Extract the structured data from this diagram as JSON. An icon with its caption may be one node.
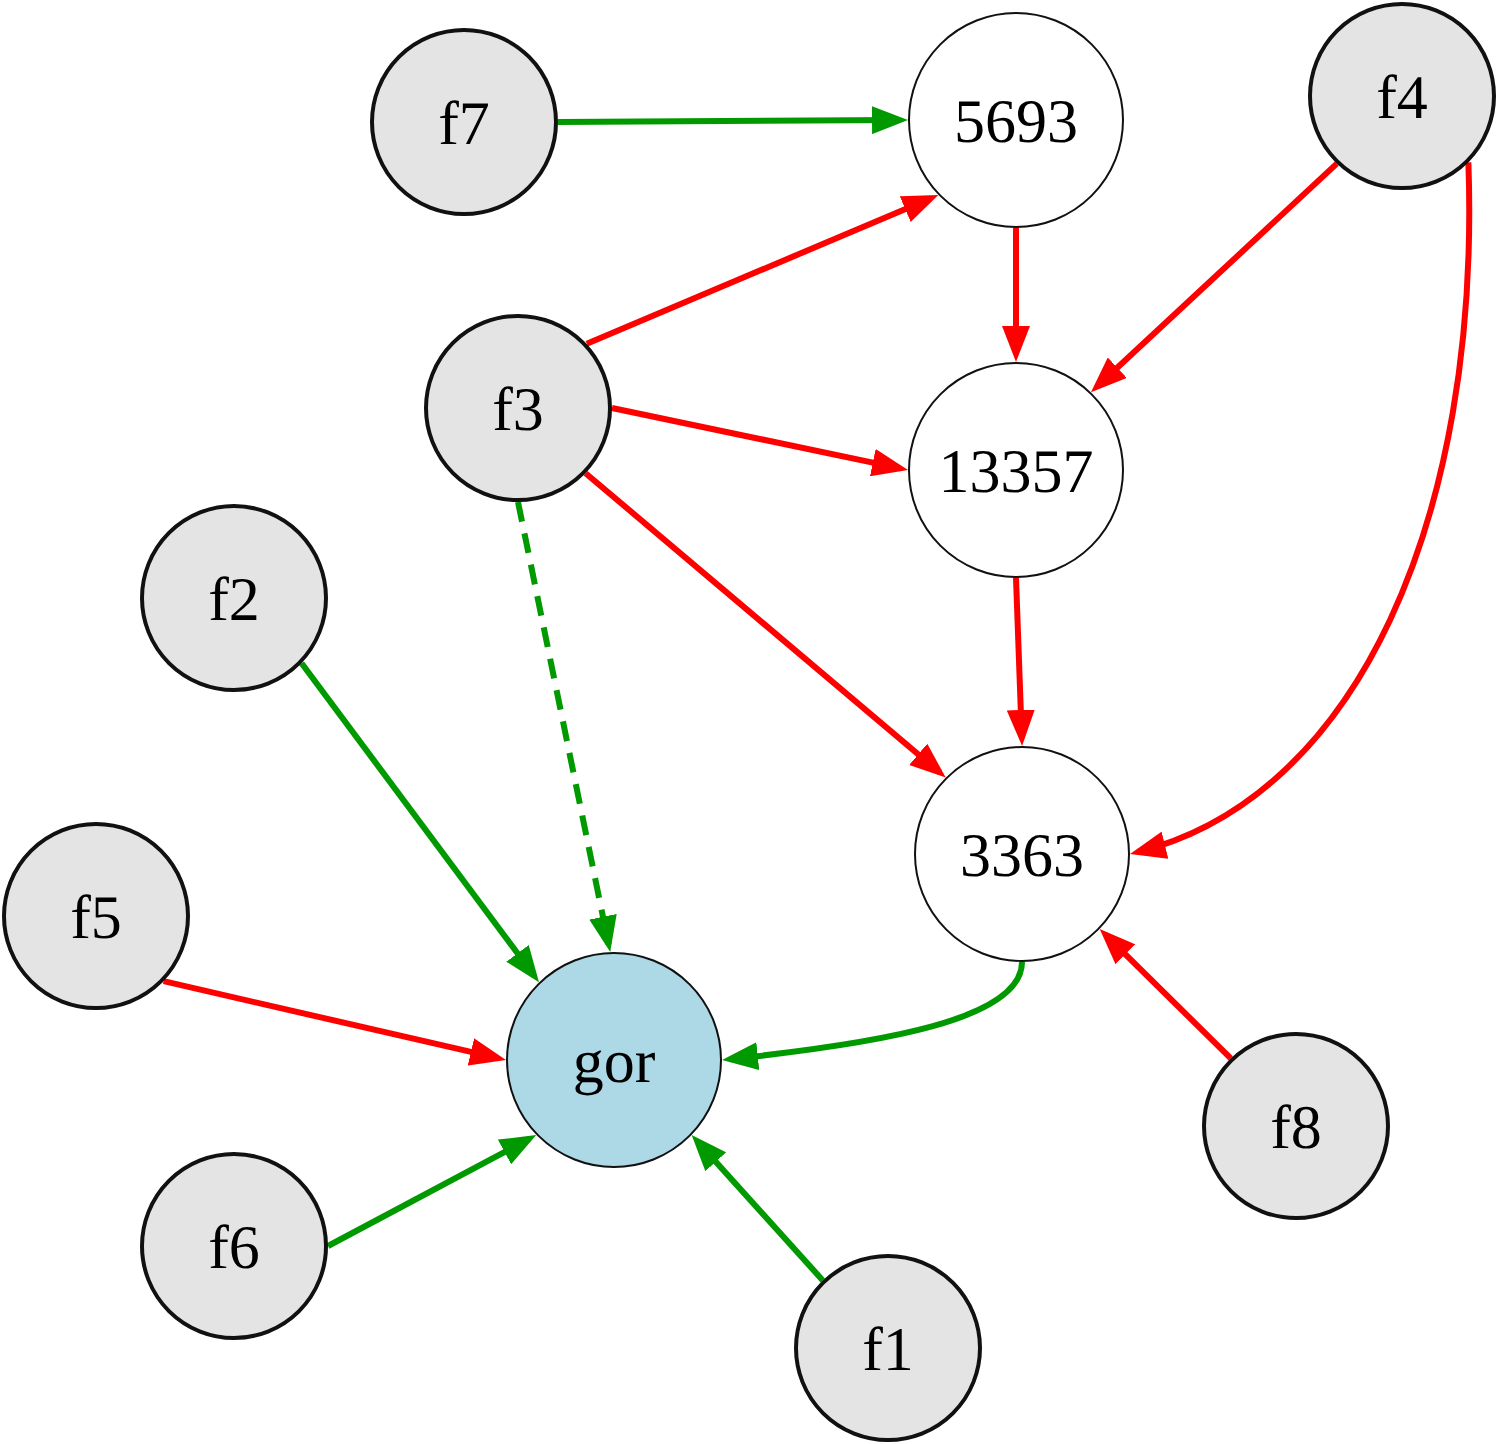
{
  "diagram": {
    "nodes": [
      {
        "text": [
          "f7"
        ]
      },
      {
        "text": [
          "5693"
        ]
      },
      {
        "text": [
          "f4"
        ]
      },
      {
        "text": [
          "f3"
        ]
      },
      {
        "text": [
          "13357"
        ]
      },
      {
        "text": [
          "f2"
        ]
      },
      {
        "text": [
          "3363"
        ]
      },
      {
        "text": [
          "f5"
        ]
      },
      {
        "text": [
          "gor"
        ]
      },
      {
        "text": [
          "f8"
        ]
      },
      {
        "text": [
          "f6"
        ]
      },
      {
        "text": [
          "f1"
        ]
      }
    ],
    "edges": [
      {
        "from": 0,
        "to": 1,
        "arrow": "to",
        "color": "#009900"
      },
      {
        "from": 3,
        "to": 1,
        "arrow": "to"
      },
      {
        "from": 3,
        "to": 4,
        "arrow": "to"
      },
      {
        "from": 3,
        "to": 6,
        "arrow": "to"
      },
      {
        "from": 3,
        "to": 8,
        "arrow": "to",
        "style": "dashed",
        "color": "#009900"
      },
      {
        "from": 1,
        "to": 4,
        "arrow": "to"
      },
      {
        "from": 2,
        "to": 4,
        "arrow": "to"
      },
      {
        "from": 2,
        "to": 6,
        "arrow": "to"
      },
      {
        "from": 4,
        "to": 6,
        "arrow": "to"
      },
      {
        "from": 5,
        "to": 8,
        "arrow": "to",
        "color": "#009900"
      },
      {
        "from": 7,
        "to": 8,
        "arrow": "to"
      },
      {
        "from": 6,
        "to": 8,
        "arrow": "to",
        "color": "#009900"
      },
      {
        "from": 9,
        "to": 6,
        "arrow": "to"
      },
      {
        "from": 10,
        "to": 8,
        "arrow": "to",
        "color": "#009900"
      },
      {
        "from": 11,
        "to": 8,
        "arrow": "to",
        "color": "#009900"
      }
    ]
  }
}
